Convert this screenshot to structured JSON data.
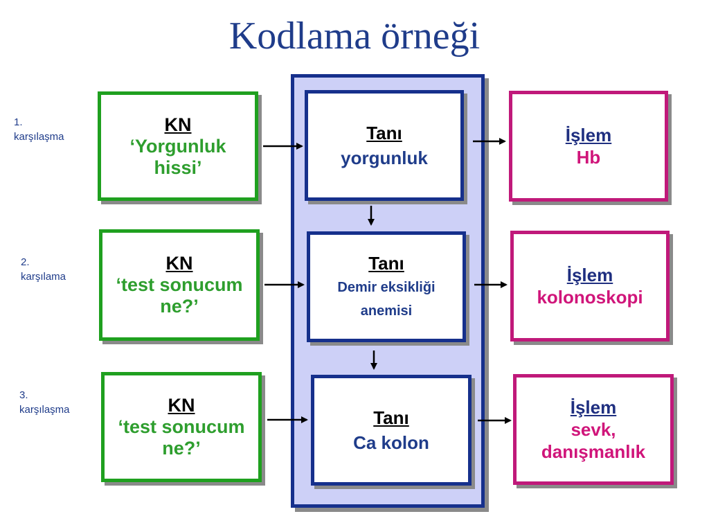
{
  "title": "Kodlama örneği",
  "rows": [
    {
      "label_num": "1.",
      "label_text": "karşılaşma",
      "kn": {
        "head": "KN",
        "lines": [
          "‘Yorgunluk",
          "hissi’"
        ]
      },
      "tani": {
        "head": "Tanı",
        "lines": [
          "yorgunluk"
        ]
      },
      "islem": {
        "head": "İşlem",
        "lines": [
          "Hb"
        ]
      }
    },
    {
      "label_num": "2.",
      "label_text": "karşılama",
      "kn": {
        "head": "KN",
        "lines": [
          "‘test sonucum",
          "ne?’"
        ]
      },
      "tani": {
        "head": "Tanı",
        "lines": [
          "Demir eksikliği",
          "anemisi"
        ]
      },
      "islem": {
        "head": "İşlem",
        "lines": [
          "kolonoskopi"
        ]
      }
    },
    {
      "label_num": "3.",
      "label_text": "karşılaşma",
      "kn": {
        "head": "KN",
        "lines": [
          "‘test sonucum",
          "ne?’"
        ]
      },
      "tani": {
        "head": "Tanı",
        "lines": [
          "Ca kolon"
        ]
      },
      "islem": {
        "head": "İşlem",
        "lines": [
          "sevk,",
          "danışmanlık"
        ]
      }
    }
  ],
  "colors": {
    "kn_border": "#1fa01f",
    "tani_border": "#16308c",
    "islem_border": "#c0197a",
    "column_fill": "#cdd0f7",
    "title": "#1f3c8a"
  }
}
